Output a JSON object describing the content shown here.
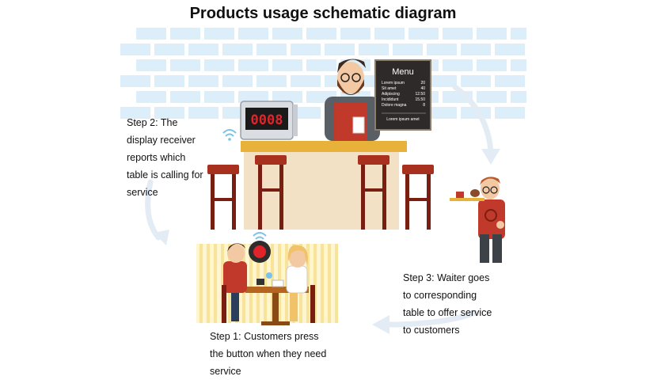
{
  "title": "Products usage schematic diagram",
  "steps": {
    "step1": [
      "Step 1: Customers press",
      "the button when they need",
      "service"
    ],
    "step2": [
      " Step 2: The",
      "display receiver",
      "reports which",
      "table is calling for",
      "service"
    ],
    "step3": [
      " Step 3: Waiter goes",
      "to corresponding",
      "table to offer service",
      "to customers"
    ]
  },
  "receiver": {
    "display": "0008"
  },
  "menu_board": {
    "heading": "Menu",
    "items": [
      {
        "name": "Lorem ipsum",
        "price": "20"
      },
      {
        "name": "Sit amet",
        "price": "40"
      },
      {
        "name": "Adipiscing",
        "price": "12.50"
      },
      {
        "name": "Incididunt",
        "price": "15.50"
      },
      {
        "name": "Dolore magna",
        "price": "8"
      }
    ],
    "footer": "Lorem ipsum amet"
  },
  "colors": {
    "brick": "#dbeefa",
    "counter_top": "#e8b23a",
    "counter_body": "#f2e1c4",
    "stool": "#a8301f",
    "stool_leg": "#7a1e12",
    "apron": "#c0392b",
    "arrow": "#dfe9f3",
    "menu_bg": "#2f2a2a",
    "display_red": "#e0242a"
  }
}
